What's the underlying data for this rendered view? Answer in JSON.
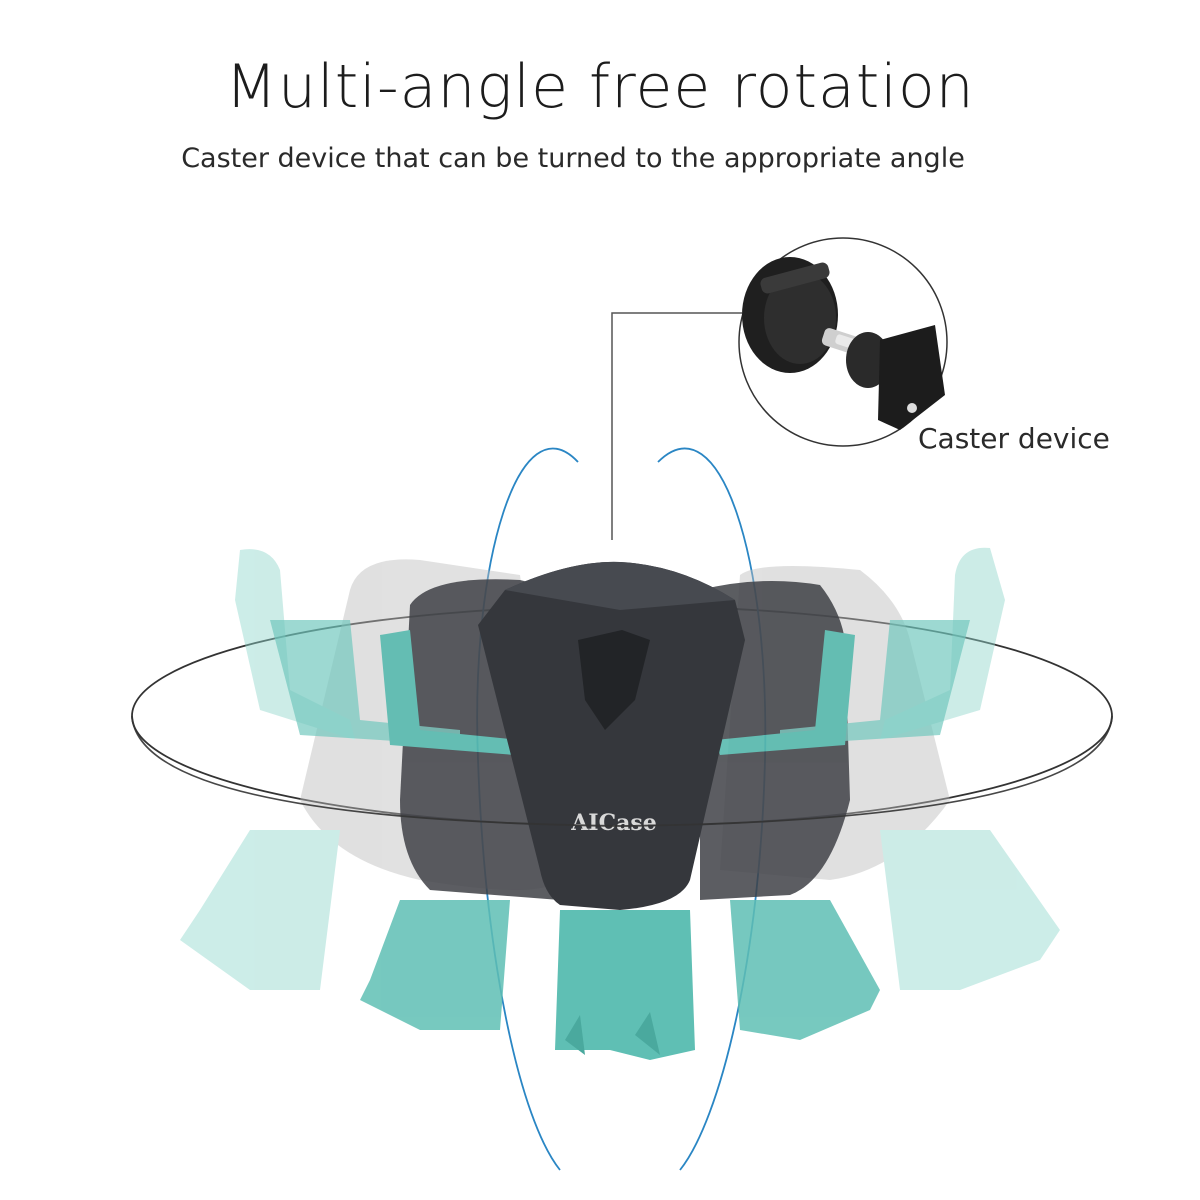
{
  "headline": "Multi-angle free rotation",
  "subheadline": "Caster device that can be turned to the appropriate angle",
  "callout": {
    "label": "Caster device"
  },
  "product": {
    "brand": "AICase"
  },
  "colors": {
    "clip": "#5fbfb4",
    "clip_light": "#a9ddd6",
    "body": "#3b3d42",
    "body_ghost": "#c9c9c9",
    "ring_line": "#2a86c4",
    "orbit_line": "#333333"
  },
  "icons": [
    "caster-ball-joint-icon",
    "car-vent-phone-holder"
  ]
}
